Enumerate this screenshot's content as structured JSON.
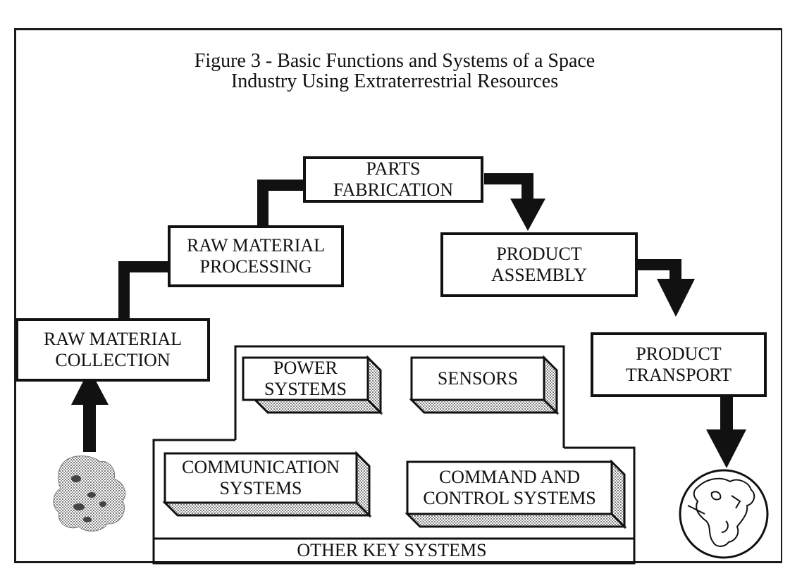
{
  "title": {
    "line1": "Figure 3 - Basic Functions and Systems of a Space",
    "line2": "Industry Using Extraterrestrial Resources"
  },
  "process_steps": {
    "parts_fabrication": {
      "line1": "PARTS",
      "line2": "FABRICATION"
    },
    "raw_material_processing": {
      "line1": "RAW MATERIAL",
      "line2": "PROCESSING"
    },
    "raw_material_collection": {
      "line1": "RAW MATERIAL",
      "line2": "COLLECTION"
    },
    "product_assembly": {
      "line1": "PRODUCT",
      "line2": "ASSEMBLY"
    },
    "product_transport": {
      "line1": "PRODUCT",
      "line2": "TRANSPORT"
    }
  },
  "other_key_systems": {
    "label": "OTHER KEY SYSTEMS",
    "power_systems": {
      "line1": "POWER",
      "line2": "SYSTEMS"
    },
    "sensors": {
      "line1": "SENSORS"
    },
    "communication_systems": {
      "line1": "COMMUNICATION",
      "line2": "SYSTEMS"
    },
    "command_and_control_systems": {
      "line1": "COMMAND AND",
      "line2": "CONTROL SYSTEMS"
    }
  },
  "icons": {
    "source": "asteroid-icon",
    "destination": "earth-globe-icon"
  },
  "colors": {
    "ink": "#111111",
    "stipple": "#8a8a8a",
    "background": "#ffffff"
  }
}
